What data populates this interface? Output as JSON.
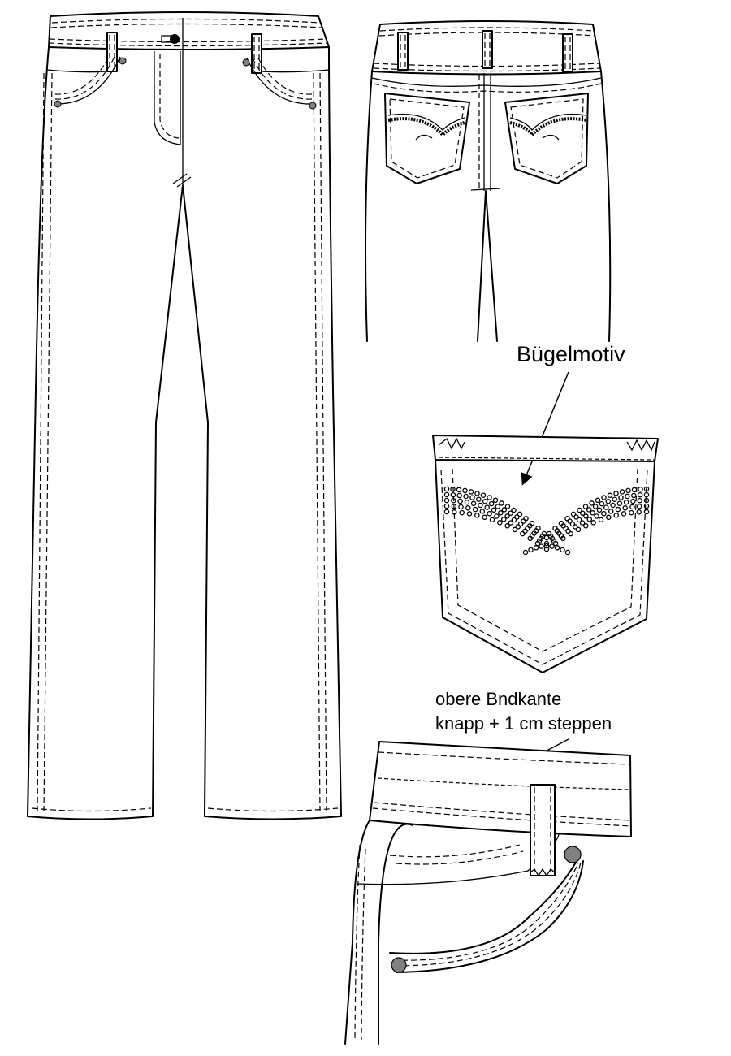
{
  "annotations": {
    "motif_label": "Bügelmotiv",
    "waistband_note_line1": "obere Bndkante",
    "waistband_note_line2": "knapp + 1 cm steppen"
  },
  "colors": {
    "line": "#000000",
    "paper": "#ffffff",
    "rivet": "#808080"
  }
}
